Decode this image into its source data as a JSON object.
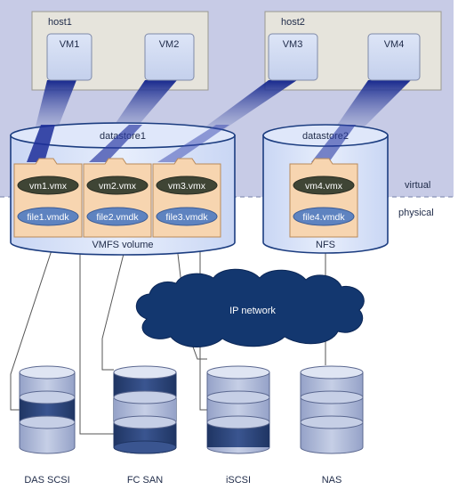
{
  "hosts": [
    {
      "label": "host1",
      "vms": [
        "VM1",
        "VM2"
      ]
    },
    {
      "label": "host2",
      "vms": [
        "VM3",
        "VM4"
      ]
    }
  ],
  "datastores": [
    {
      "label": "datastore1",
      "volume": "VMFS volume",
      "folders": [
        {
          "vmx": "vm1.vmx",
          "vmdk": "file1.vmdk"
        },
        {
          "vmx": "vm2.vmx",
          "vmdk": "file2.vmdk"
        },
        {
          "vmx": "vm3.vmx",
          "vmdk": "file3.vmdk"
        }
      ]
    },
    {
      "label": "datastore2",
      "volume": "NFS",
      "folders": [
        {
          "vmx": "vm4.vmx",
          "vmdk": "file4.vmdk"
        }
      ]
    }
  ],
  "layers": {
    "virtual": "virtual",
    "physical": "physical"
  },
  "network": {
    "label": "IP network"
  },
  "storage": [
    {
      "label": "DAS SCSI"
    },
    {
      "label": "FC SAN"
    },
    {
      "label": "iSCSI"
    },
    {
      "label": "NAS"
    }
  ],
  "colors": {
    "virtual_bg": "#c7cbe6",
    "host_box": "#e6e4dc",
    "vm_box": "#d4ddf3",
    "folder": "#f7d5b0",
    "vmx_pill": "#3f4535",
    "vmdk_pill": "#5e83c0",
    "cloud": "#13376f",
    "disk_dark": "#2d4470",
    "disk_light": "#aab4d6"
  }
}
